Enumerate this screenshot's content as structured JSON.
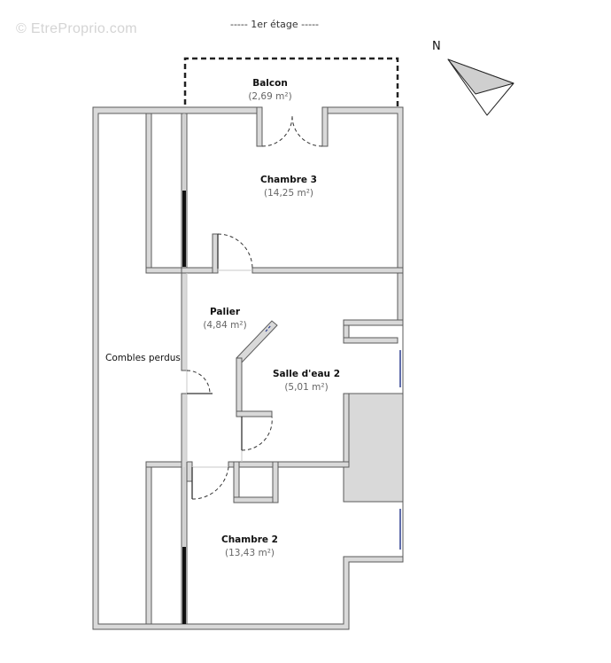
{
  "watermark": "© EtreProprio.com",
  "floor_label": "-----  1er étage  -----",
  "compass": {
    "label": "N"
  },
  "rooms": [
    {
      "id": "balcon",
      "name": "Balcon",
      "area": "(2,69 m²)"
    },
    {
      "id": "chambre-3",
      "name": "Chambre 3",
      "area": "(14,25 m²)"
    },
    {
      "id": "palier",
      "name": "Palier",
      "area": "(4,84 m²)"
    },
    {
      "id": "salle-deau-2",
      "name": "Salle d'eau 2",
      "area": "(5,01 m²)"
    },
    {
      "id": "chambre-2",
      "name": "Chambre 2",
      "area": "(13,43 m²)"
    },
    {
      "id": "combles-perdus",
      "name": "Combles perdus"
    }
  ],
  "colors": {
    "wall_fill": "#d9d9d9",
    "wall_stroke": "#5a5a5a",
    "window": "#2c3e8f",
    "door": "#333333"
  }
}
